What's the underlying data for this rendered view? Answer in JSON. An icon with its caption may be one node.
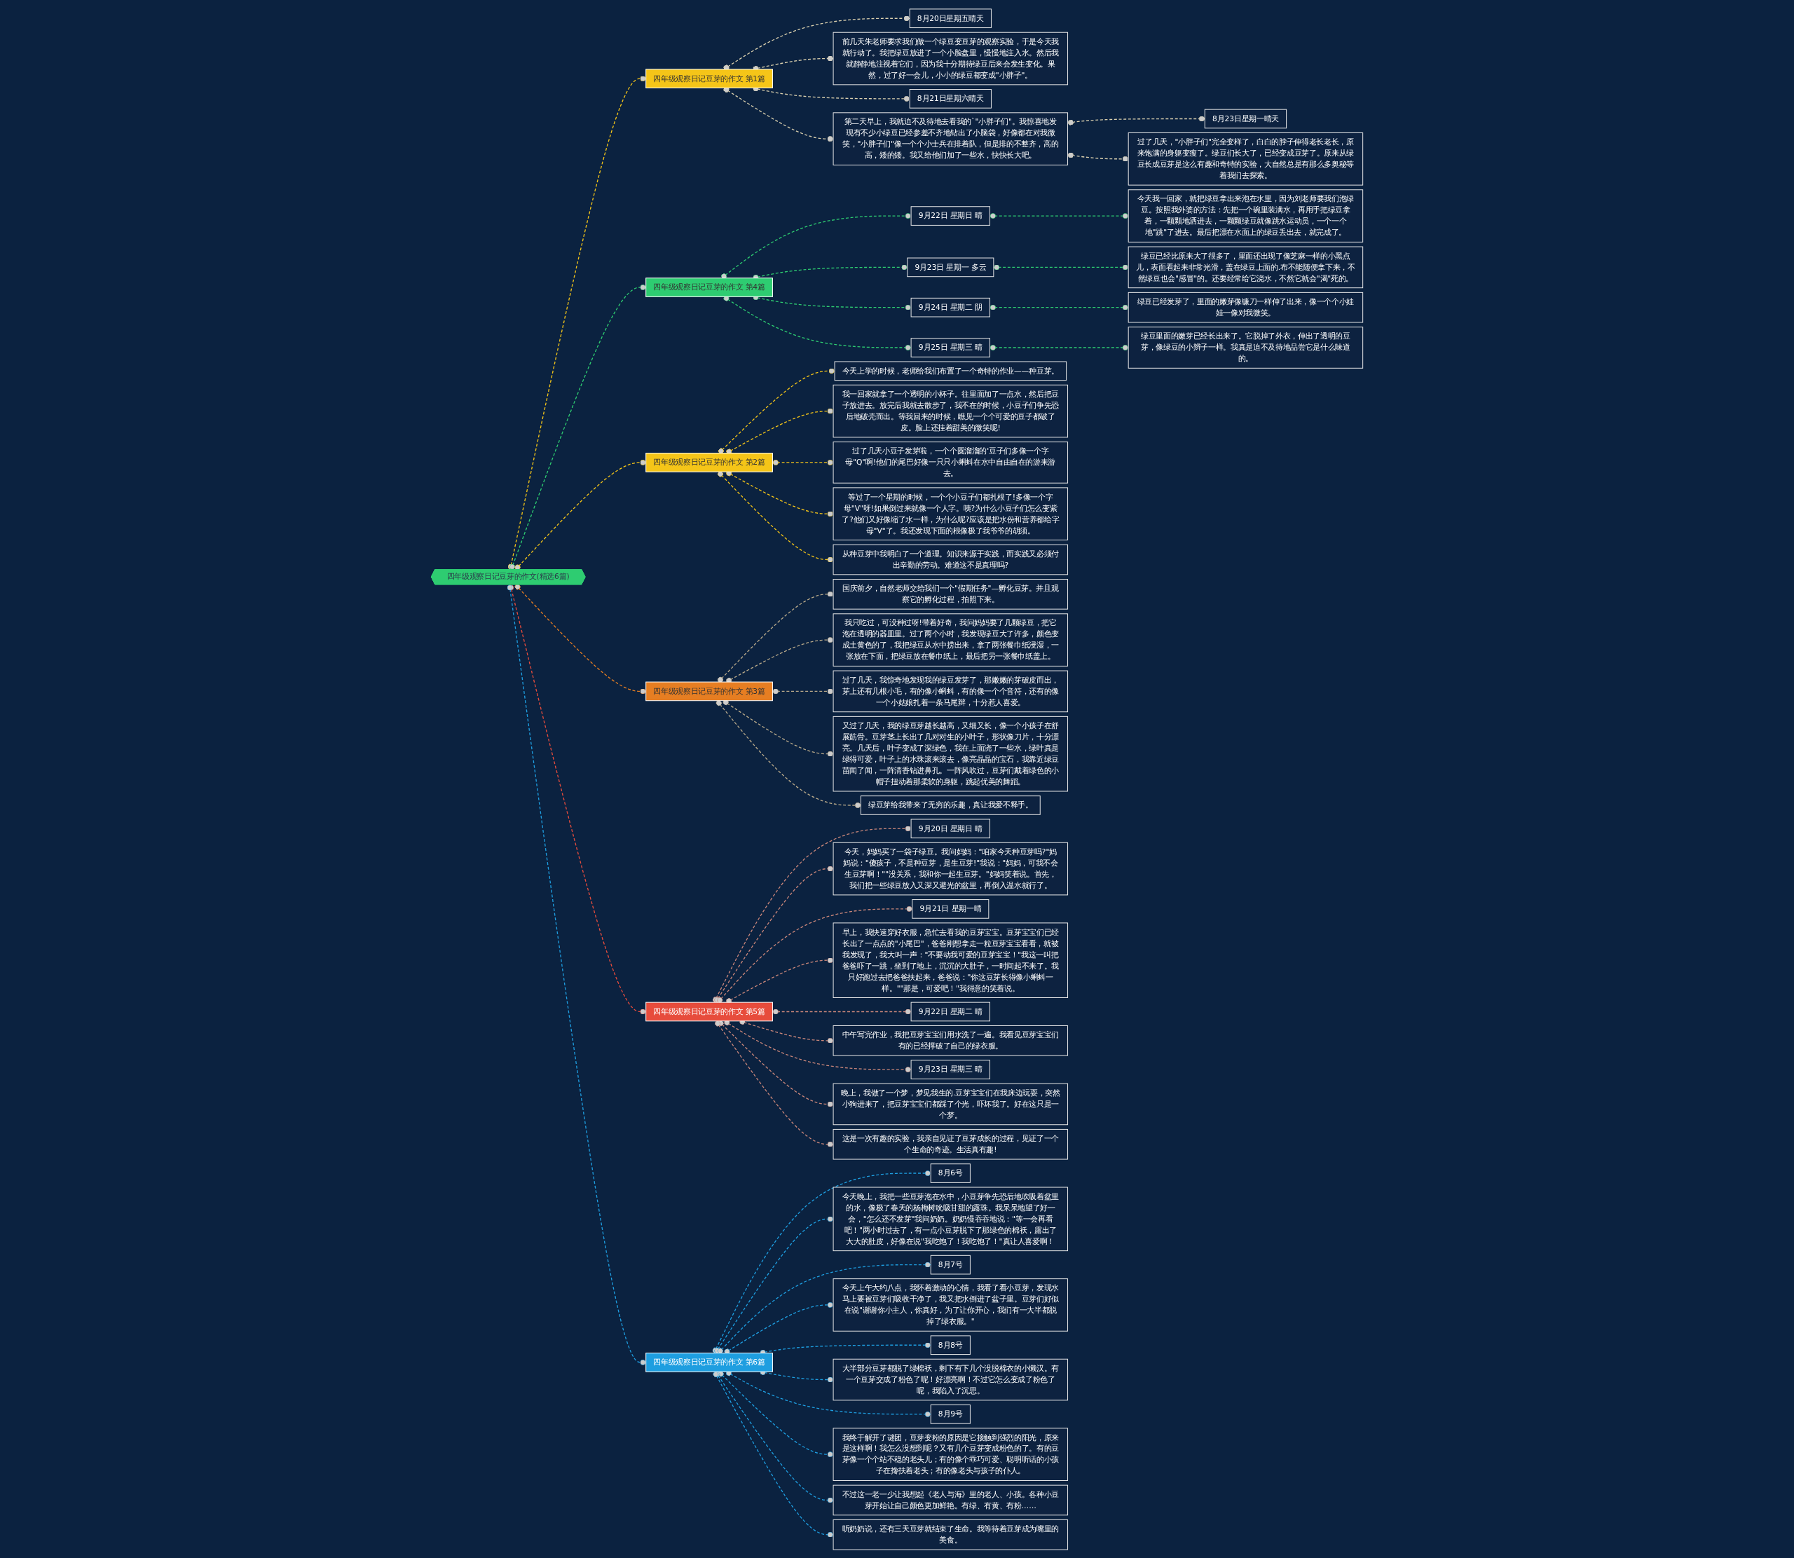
{
  "diagram": {
    "nodes": [
      {
        "text": [
          "四年级观察日记豆芽的作文(精选6篇)"
        ]
      },
      {
        "text": [
          "四年级观察日记豆芽的作文 第1篇"
        ]
      },
      {
        "text": [
          "8月20日星期五晴天"
        ]
      },
      {
        "text": [
          "前几天朱老师要求我们做一个绿豆变豆芽的观察实验，于是今天我就行动了。我把绿豆放进了一个小脸盘里，慢慢地注入水。然后我就静静地注视着它们，因为我十分期待绿豆后来会发生变化。果然，过了好一会儿，小小的绿豆都变成\"小胖子\"。"
        ]
      },
      {
        "text": [
          "8月21日星期六晴天"
        ]
      },
      {
        "text": [
          "第二天早上，我就迫不及待地去看我的`\"小胖子们\"。我惊喜地发现有不少小绿豆已经参差不齐地钻出了小脑袋，好像都在对我微笑，\"小胖子们\"像一个个小士兵在排着队，但是排的不整齐，高的高，矮的矮。我又给他们加了一些水，快快长大吧。"
        ]
      },
      {
        "text": [
          "8月23日星期一晴天"
        ]
      },
      {
        "text": [
          "过了几天，\"小胖子们\"完全变样了，白白的脖子伸得老长老长，原来饱满的身躯变瘦了。绿豆们长大了，已经变成豆芽了。原来从绿豆长成豆芽是这么有趣和奇特的实验，大自然总是有那么多奥秘等着我们去探索。"
        ]
      },
      {
        "text": [
          "四年级观察日记豆芽的作文 第2篇"
        ]
      },
      {
        "text": [
          "今天上学的时候，老师给我们布置了一个奇特的作业——种豆芽。"
        ]
      },
      {
        "text": [
          "我一回家就拿了一个透明的小杯子。往里面加了一点水，然后把豆子放进去。放完后我就去散步了，我不在的时候，小豆子们争先恐后地破壳而出。等我回来的时候，瞧见一个个可爱的豆子都破了皮。脸上还挂着甜美的微笑呢!"
        ]
      },
      {
        "text": [
          "过了几天小豆子发芽啦，一个个圆溜溜的'豆子们多像一个字母\"Q\"啊!他们的尾巴好像一只只小蝌蚪在水中自由自在的游来游去。"
        ]
      },
      {
        "text": [
          "等过了一个星期的时候，一个个小豆子们都扎根了!多像一个字母\"V\"呀!如果倒过来就像一个人字。咦?为什么小豆子们怎么变紫了?他们又好像缩了水一样，为什么呢?应该是把水份和营养都给字母\"V\"了。我还发现下面的根像极了我爷爷的胡须。"
        ]
      },
      {
        "text": [
          "从种豆芽中我明白了一个道理。知识来源于实践，而实践又必须付出辛勤的劳动。难道这不是真理吗?"
        ]
      },
      {
        "text": [
          "四年级观察日记豆芽的作文 第3篇"
        ]
      },
      {
        "text": [
          "国庆前夕，自然老师交给我们一个\"假期任务\"—孵化豆芽。并且观察它的孵化过程，拍照下来。"
        ]
      },
      {
        "text": [
          "我只吃过，可没种过呀!带着好奇，我问妈妈要了几颗绿豆，把它泡在透明的器皿里。过了两个小时，我发现绿豆大了许多，颜色变成土黄色的了，我把绿豆从水中捞出来，拿了两张餐巾纸浸湿，一张放在下面，把绿豆放在餐巾纸上，最后把另一张餐巾纸盖上。"
        ]
      },
      {
        "text": [
          "过了几天，我惊奇地发现我的绿豆发芽了，那嫩嫩的芽破皮而出，芽上还有几根小毛，有的像小蝌蚪，有的像一个个音符，还有的像一个小姑娘扎着一条马尾辫，十分惹人喜爱。"
        ]
      },
      {
        "text": [
          "又过了几天，我的绿豆芽越长越高，又细又长，像一个小孩子在舒展筋骨。豆芽茎上长出了几对对生的小叶子，形状像刀片，十分漂亮。几天后，叶子变成了深绿色，我在上面浇了一些水，绿叶真是绿得可爱，叶子上的水珠滚来滚去，像亮晶晶的宝石，我靠近绿豆苗闻了闻，一阵清香钻进鼻孔。一阵风吹过，豆芽们戴着绿色的小帽子扭动着那柔软的身躯，跳起优美的舞蹈。"
        ]
      },
      {
        "text": [
          "绿豆芽给我带来了无穷的乐趣，真让我爱不释手。"
        ]
      },
      {
        "text": [
          "四年级观察日记豆芽的作文 第4篇"
        ]
      },
      {
        "text": [
          "9月22日 星期日 晴"
        ]
      },
      {
        "text": [
          "今天我一回家，就把绿豆拿出来泡在水里，因为刘老师要我们泡绿豆。按照我外婆的方法：先把一个碗里装满水，再用手把绿豆拿着，一颗颗地洒进去，一颗颗绿豆就像跳水运动员，一个一个地\"跳\"了进去。最后把漂在水面上的绿豆丢出去，就完成了。"
        ]
      },
      {
        "text": [
          "9月23日 星期一 多云"
        ]
      },
      {
        "text": [
          "绿豆已经比原来大了很多了，里面还出现了像芝麻一样的小黑点儿，表面看起来非常光滑，盖在绿豆上面的.布不能随便拿下来，不然绿豆也会\"感冒\"的。还要经常给它浇水，不然它就会\"渴\"死的。"
        ]
      },
      {
        "text": [
          "9月24日 星期二 阴"
        ]
      },
      {
        "text": [
          "绿豆已经发芽了，里面的嫩芽像镰刀一样伸了出来，像一个个小娃娃一像对我微笑。"
        ]
      },
      {
        "text": [
          "9月25日 星期三 晴"
        ]
      },
      {
        "text": [
          "绿豆里面的嫩芽已经长出来了。它脱掉了外衣，伸出了透明的豆芽，像绿豆的小辫子一样。我真是迫不及待地品尝它是什么味道的。"
        ]
      },
      {
        "text": [
          "四年级观察日记豆芽的作文 第5篇"
        ]
      },
      {
        "text": [
          "9月20日 星期日 晴"
        ]
      },
      {
        "text": [
          "今天，妈妈买了一袋子绿豆。我问妈妈：\"咱家今天种豆芽吗?\"妈妈说：\"傻孩子，不是种豆芽，是生豆芽!\"我说：\"妈妈，可我不会生豆芽啊！\"\"没关系，我和你一起生豆芽。\"妈妈笑着说。首先，我们把一些绿豆放入又深又避光的盆里，再倒入温水就行了。"
        ]
      },
      {
        "text": [
          "9月21日 星期一晴"
        ]
      },
      {
        "text": [
          "早上，我快速穿好衣服，急忙去看我的豆芽宝宝。豆芽宝宝们已经长出了一点点的\"小尾巴\"，爸爸刚想拿走一粒豆芽宝宝看看，就被我发现了，我大叫一声：\"不要动我可爱的豆芽宝宝！\"我这一叫把爸爸吓了一跳，坐到了地上，沉沉的大肚子，一时间起不来了。我只好跑过去把爸爸扶起来，爸爸说：\"你这豆芽长得像小蝌蚪一样。\"\"那是，可爱吧！\"我得意的笑着说。"
        ]
      },
      {
        "text": [
          "9月22日 星期二 晴"
        ]
      },
      {
        "text": [
          "中午写完作业，我把豆芽宝宝们用水洗了一遍。我看见豆芽宝宝们有的已经撑破了自己的绿衣服。"
        ]
      },
      {
        "text": [
          "9月23日 星期三 晴"
        ]
      },
      {
        "text": [
          "晚上，我做了一个梦，梦见我生的.豆芽宝宝们在我床边玩耍，突然小狗进来了，把豆芽宝宝们都踩了个光，吓坏我了。好在这只是一个梦。"
        ]
      },
      {
        "text": [
          "这是一次有趣的实验，我亲自见证了豆芽成长的过程，见证了一个个生命的奇迹。生活真有趣!"
        ]
      },
      {
        "text": [
          "四年级观察日记豆芽的作文 第6篇"
        ]
      },
      {
        "text": [
          "8月6号"
        ]
      },
      {
        "text": [
          "今天晚上，我把一些豆芽泡在水中，小豆芽争先恐后地吹吸着盆里的水，像极了春天的杨梅树吮吸甘甜的露珠。我呆呆地望了好一会，\"怎么还不发芽\"我问奶奶。奶奶慢吞吞地说：\"等一会再看吧！\"两小时过去了，有一点小豆芽脱下了那绿色的棉袄，露出了大大的肚皮，好像在说\"我吃饱了！我吃饱了！\"真让人喜爱啊！"
        ]
      },
      {
        "text": [
          "8月7号"
        ]
      },
      {
        "text": [
          "今天上午大约八点，我怀着激动的心情，我看了看小豆芽，发现水马上要被豆芽们吸收干净了，我又把水倒进了盆子里。豆芽们好似在说\"谢谢你小主人，你真好，为了让你开心，我们有一大半都脱掉了绿衣服。\""
        ]
      },
      {
        "text": [
          "8月8号"
        ]
      },
      {
        "text": [
          "大半部分豆芽都脱了绿棉袄，剩下有下几个没脱棉衣的小懒汉。有一个豆芽交成了粉色了呢！好漂亮啊！不过它怎么变成了粉色了呢，我陷入了沉思。"
        ]
      },
      {
        "text": [
          "8月9号"
        ]
      },
      {
        "text": [
          "我终于解开了谜团，豆芽变粉的原因是它接触到强烈的阳光，原来是这样啊！我怎么没想到呢？又有几个豆芽变成粉色的了。有的豆芽像一个个站不稳的老头儿；有的像个乖巧可爱、聪明听话的小孩子在搀扶着老头；有的像老头与孩子的仆人。"
        ]
      },
      {
        "text": [
          "不过这一老一少让我想起《老人与海》里的老人、小孩。各种小豆芽开始让自己颜色更加鲜艳。有绿、有黄、有粉……"
        ]
      },
      {
        "text": [
          "听奶奶说，还有三天豆芽就结束了生命。我等待着豆芽成为嘴里的美食。"
        ]
      }
    ],
    "edges": [
      {
        "from": 0,
        "to": 1,
        "arrow": "other",
        "style": "dashed",
        "color": "#f5c518"
      },
      {
        "from": 0,
        "to": 20,
        "arrow": "other",
        "style": "dashed",
        "color": "#2ecc71"
      },
      {
        "from": 0,
        "to": 8,
        "arrow": "other",
        "style": "dashed",
        "color": "#f5c518"
      },
      {
        "from": 0,
        "to": 14,
        "arrow": "other",
        "style": "dashed",
        "color": "#e67e22"
      },
      {
        "from": 0,
        "to": 29,
        "arrow": "other",
        "style": "dashed",
        "color": "#e74c3c"
      },
      {
        "from": 0,
        "to": 39,
        "arrow": "other",
        "style": "dashed",
        "color": "#1e9ee0"
      },
      {
        "from": 1,
        "to": 2,
        "arrow": "other",
        "style": "dashed",
        "color": "#d9cfae"
      },
      {
        "from": 1,
        "to": 3,
        "arrow": "other",
        "style": "dashed",
        "color": "#d9cfae"
      },
      {
        "from": 1,
        "to": 4,
        "arrow": "other",
        "style": "dashed",
        "color": "#d9cfae"
      },
      {
        "from": 1,
        "to": 5,
        "arrow": "other",
        "style": "dashed",
        "color": "#d9cfae"
      },
      {
        "from": 5,
        "to": 6,
        "arrow": "other",
        "style": "dashed",
        "color": "#d9cfae"
      },
      {
        "from": 5,
        "to": 7,
        "arrow": "other",
        "style": "dashed",
        "color": "#d9cfae"
      },
      {
        "from": 8,
        "to": 9,
        "arrow": "other",
        "style": "dashed",
        "color": "#f5c518"
      },
      {
        "from": 8,
        "to": 10,
        "arrow": "other",
        "style": "dashed",
        "color": "#f5c518"
      },
      {
        "from": 8,
        "to": 11,
        "arrow": "other",
        "style": "dashed",
        "color": "#f5c518"
      },
      {
        "from": 8,
        "to": 12,
        "arrow": "other",
        "style": "dashed",
        "color": "#f5c518"
      },
      {
        "from": 8,
        "to": 13,
        "arrow": "other",
        "style": "dashed",
        "color": "#f5c518"
      },
      {
        "from": 14,
        "to": 15,
        "arrow": "other",
        "style": "dashed",
        "color": "#b8a98a"
      },
      {
        "from": 14,
        "to": 16,
        "arrow": "other",
        "style": "dashed",
        "color": "#b8a98a"
      },
      {
        "from": 14,
        "to": 17,
        "arrow": "other",
        "style": "dashed",
        "color": "#b8a98a"
      },
      {
        "from": 14,
        "to": 18,
        "arrow": "other",
        "style": "dashed",
        "color": "#b8a98a"
      },
      {
        "from": 14,
        "to": 19,
        "arrow": "other",
        "style": "dashed",
        "color": "#b8a98a"
      },
      {
        "from": 20,
        "to": 21,
        "arrow": "other",
        "style": "dashed",
        "color": "#2ecc71"
      },
      {
        "from": 20,
        "to": 23,
        "arrow": "other",
        "style": "dashed",
        "color": "#2ecc71"
      },
      {
        "from": 20,
        "to": 25,
        "arrow": "other",
        "style": "dashed",
        "color": "#2ecc71"
      },
      {
        "from": 20,
        "to": 27,
        "arrow": "other",
        "style": "dashed",
        "color": "#2ecc71"
      },
      {
        "from": 21,
        "to": 22,
        "arrow": "other",
        "style": "dashed",
        "color": "#2ecc71"
      },
      {
        "from": 23,
        "to": 24,
        "arrow": "other",
        "style": "dashed",
        "color": "#2ecc71"
      },
      {
        "from": 25,
        "to": 26,
        "arrow": "other",
        "style": "dashed",
        "color": "#2ecc71"
      },
      {
        "from": 27,
        "to": 28,
        "arrow": "other",
        "style": "dashed",
        "color": "#2ecc71"
      },
      {
        "from": 29,
        "to": 30,
        "arrow": "other",
        "style": "dashed",
        "color": "#c9867a"
      },
      {
        "from": 29,
        "to": 31,
        "arrow": "other",
        "style": "dashed",
        "color": "#c9867a"
      },
      {
        "from": 29,
        "to": 32,
        "arrow": "other",
        "style": "dashed",
        "color": "#c9867a"
      },
      {
        "from": 29,
        "to": 33,
        "arrow": "other",
        "style": "dashed",
        "color": "#c9867a"
      },
      {
        "from": 29,
        "to": 34,
        "arrow": "other",
        "style": "dashed",
        "color": "#c9867a"
      },
      {
        "from": 29,
        "to": 35,
        "arrow": "other",
        "style": "dashed",
        "color": "#c9867a"
      },
      {
        "from": 29,
        "to": 36,
        "arrow": "other",
        "style": "dashed",
        "color": "#c9867a"
      },
      {
        "from": 29,
        "to": 37,
        "arrow": "other",
        "style": "dashed",
        "color": "#c9867a"
      },
      {
        "from": 29,
        "to": 38,
        "arrow": "other",
        "style": "dashed",
        "color": "#c9867a"
      },
      {
        "from": 39,
        "to": 40,
        "arrow": "other",
        "style": "dashed",
        "color": "#1e9ee0"
      },
      {
        "from": 39,
        "to": 41,
        "arrow": "other",
        "style": "dashed",
        "color": "#1e9ee0"
      },
      {
        "from": 39,
        "to": 42,
        "arrow": "other",
        "style": "dashed",
        "color": "#1e9ee0"
      },
      {
        "from": 39,
        "to": 43,
        "arrow": "other",
        "style": "dashed",
        "color": "#1e9ee0"
      },
      {
        "from": 39,
        "to": 44,
        "arrow": "other",
        "style": "dashed",
        "color": "#1e9ee0"
      },
      {
        "from": 39,
        "to": 45,
        "arrow": "other",
        "style": "dashed",
        "color": "#1e9ee0"
      },
      {
        "from": 39,
        "to": 46,
        "arrow": "other",
        "style": "dashed",
        "color": "#1e9ee0"
      },
      {
        "from": 39,
        "to": 47,
        "arrow": "other",
        "style": "dashed",
        "color": "#1e9ee0"
      },
      {
        "from": 39,
        "to": 48,
        "arrow": "other",
        "style": "dashed",
        "color": "#1e9ee0"
      },
      {
        "from": 39,
        "to": 49,
        "arrow": "other",
        "style": "dashed",
        "color": "#1e9ee0"
      }
    ]
  }
}
